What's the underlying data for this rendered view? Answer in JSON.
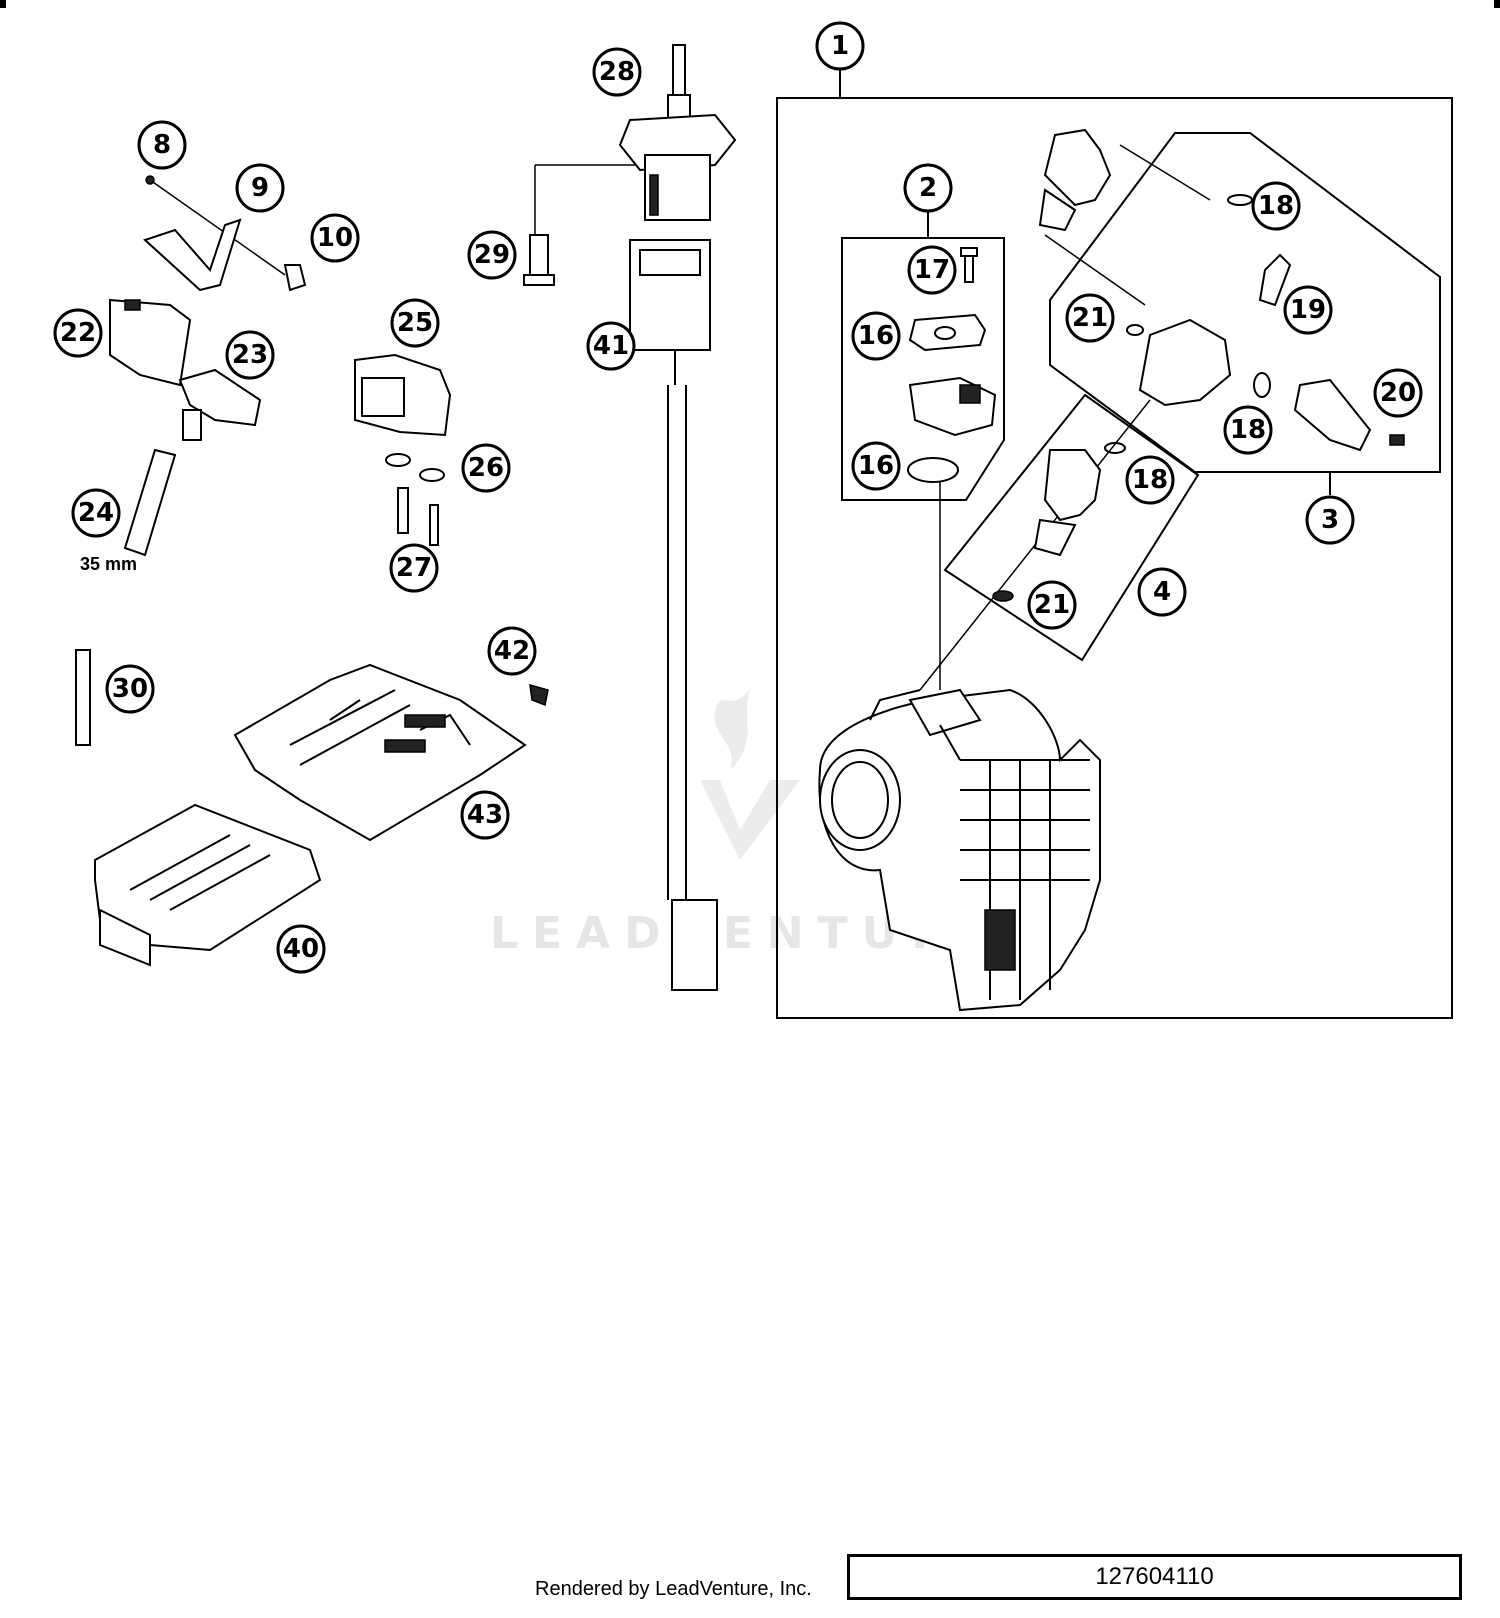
{
  "diagram": {
    "part_callouts": [
      "1",
      "2",
      "3",
      "4",
      "8",
      "9",
      "10",
      "16",
      "16",
      "17",
      "18",
      "18",
      "18",
      "19",
      "20",
      "21",
      "21",
      "22",
      "23",
      "24",
      "25",
      "26",
      "27",
      "28",
      "29",
      "30",
      "40",
      "41",
      "42",
      "43"
    ],
    "dimension_label": "35 mm",
    "watermark_text": "LEADVENTURE"
  },
  "footer": {
    "rendered_by": "Rendered by LeadVenture, Inc.",
    "diagram_code": "127604110"
  }
}
